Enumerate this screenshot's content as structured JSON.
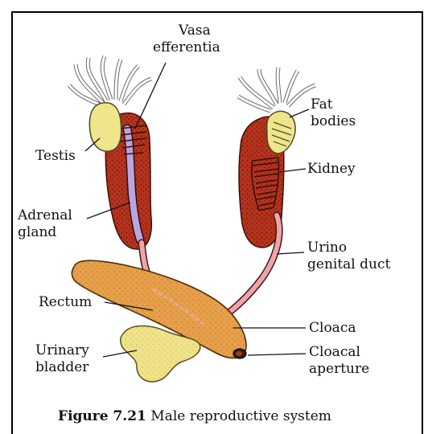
{
  "labels": {
    "vasa_efferentia": [
      "Vasa",
      "efferentia"
    ],
    "testis": "Testis",
    "adrenal_gland": [
      "Adrenal",
      "gland"
    ],
    "fat_bodies": [
      "Fat",
      "bodies"
    ],
    "kidney": "Kidney",
    "urino_genital_duct": [
      "Urino",
      "genital duct"
    ],
    "rectum": "Rectum",
    "cloaca": "Cloaca",
    "urinary_bladder": [
      "Urinary",
      "bladder"
    ],
    "cloacal_aperture": [
      "Cloacal",
      "aperture"
    ]
  },
  "caption": {
    "figure_number": "Figure 7.21",
    "text": "Male reproductive system"
  },
  "colors": {
    "kidney": "#b5331e",
    "testis_fat": "#efe58a",
    "rectum": "#e6a04a",
    "duct": "#f0a4a8",
    "vein": "#b8a6e0",
    "bladder": "#efe38a"
  }
}
